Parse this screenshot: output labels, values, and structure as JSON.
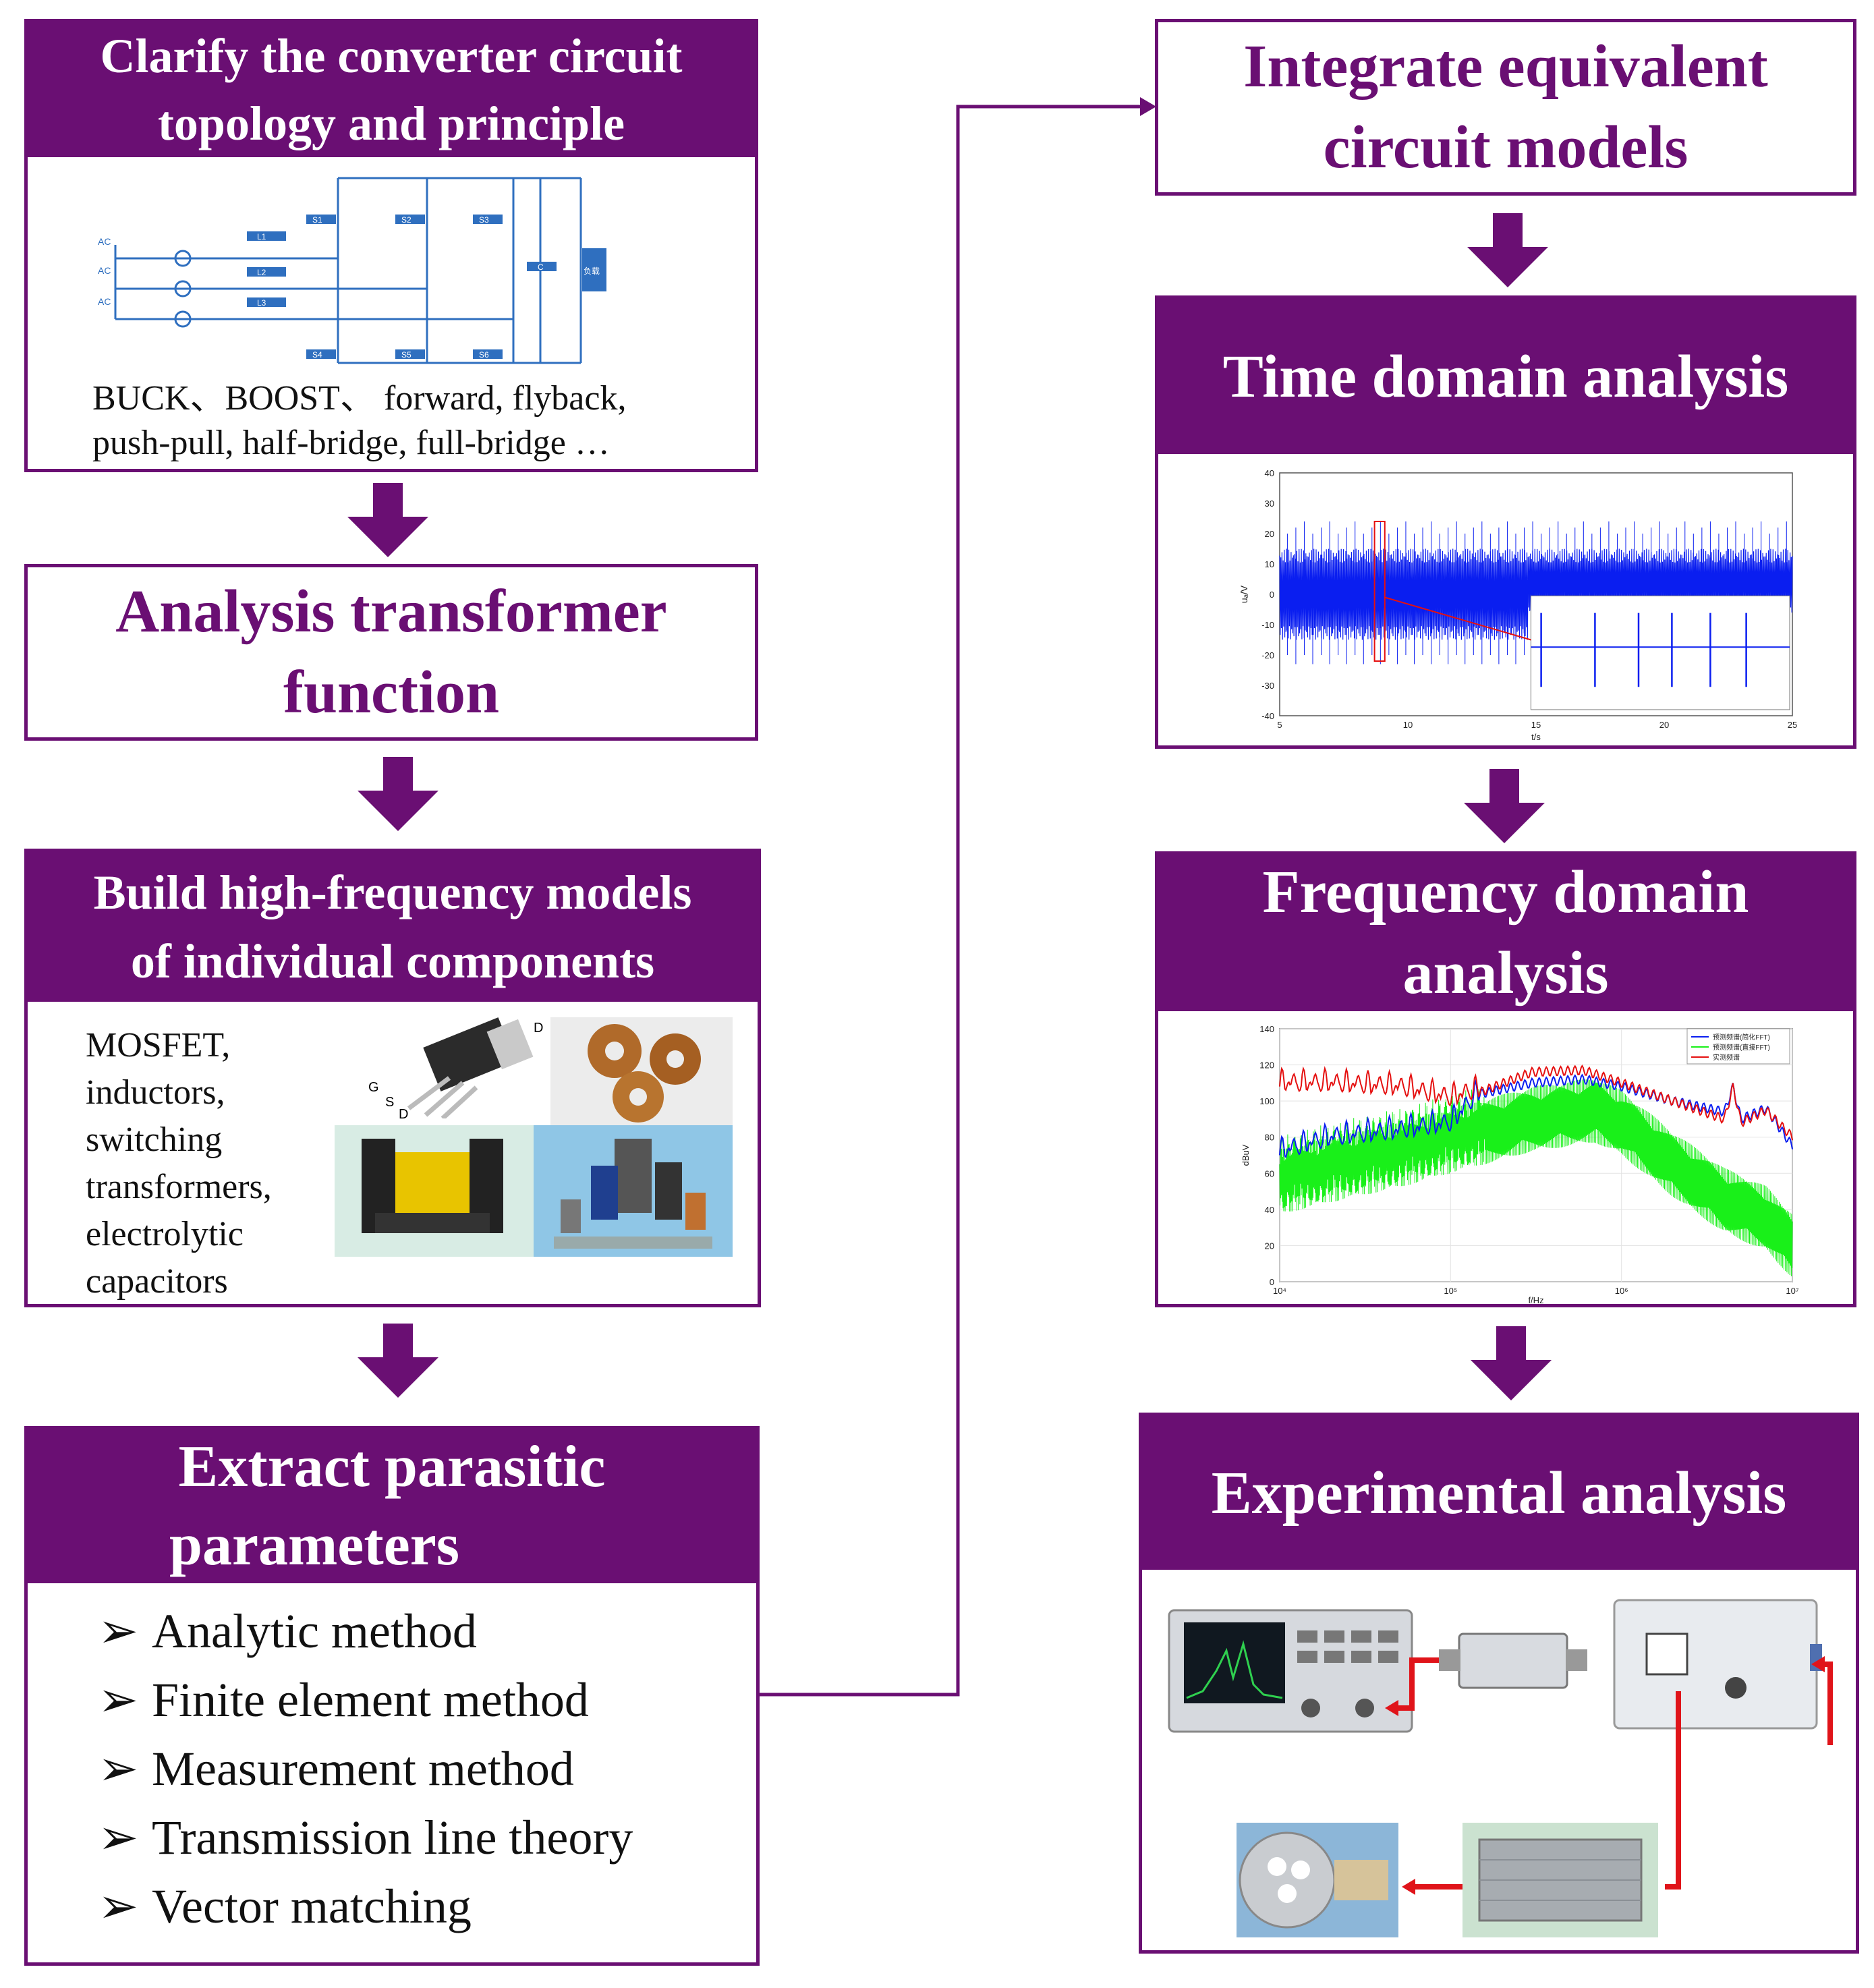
{
  "colors": {
    "accent": "#6a0f73",
    "signal_blue": "#0a1ef0",
    "signal_green": "#19f019",
    "signal_red": "#e51010",
    "connector_red": "#e0141a",
    "schematic_blue": "#2f6fbf"
  },
  "left": {
    "step1": {
      "title_l1": "Clarify the converter circuit",
      "title_l2": "topology and principle",
      "caption_l1": "BUCK、BOOST、 forward, flyback,",
      "caption_l2": "push-pull, half-bridge, full-bridge …",
      "schematic": {
        "ac": [
          "AC",
          "AC",
          "AC"
        ],
        "inductors": [
          "L1",
          "L2",
          "L3"
        ],
        "top_switches": [
          "S1",
          "S2",
          "S3"
        ],
        "bottom_switches": [
          "S4",
          "S5",
          "S6"
        ],
        "capacitor": "C",
        "load": "负载"
      }
    },
    "step2": {
      "title_l1": "Analysis transformer",
      "title_l2": "function"
    },
    "step3": {
      "title_l1": "Build high-frequency models",
      "title_l2": "of individual components",
      "components": [
        "MOSFET,",
        "inductors,",
        "switching",
        "transformers,",
        "electrolytic",
        "capacitors"
      ],
      "pin_labels": [
        "D",
        "G",
        "S",
        "D"
      ]
    },
    "step4": {
      "title_l1": "Extract parasitic",
      "title_l2": "parameters",
      "bullet_marker": "➢",
      "methods": [
        "Analytic method",
        "Finite element method",
        "Measurement method",
        "Transmission line theory",
        "Vector matching"
      ]
    }
  },
  "right": {
    "step5": {
      "title_l1": "Integrate equivalent",
      "title_l2": "circuit models"
    },
    "step6": {
      "title": "Time domain analysis"
    },
    "step7": {
      "title_l1": "Frequency domain",
      "title_l2": "analysis"
    },
    "step8": {
      "title": "Experimental analysis"
    }
  },
  "chart_data": [
    {
      "type": "line",
      "title": "",
      "xlabel": "t/s",
      "ylabel": "uₐ/V",
      "xlim": [
        5,
        25
      ],
      "ylim": [
        -40,
        40
      ],
      "xticks": [
        "5",
        "10",
        "15",
        "20",
        "25"
      ],
      "yticks": [
        "40",
        "30",
        "20",
        "10",
        "0",
        "-10",
        "-20",
        "-30",
        "-40"
      ],
      "series": [
        {
          "values_description_range": [
            -15,
            15
          ],
          "envelope": [
            [
              5,
              -15,
              15
            ],
            [
              14.7,
              -15,
              15
            ],
            [
              25,
              -6,
              15
            ]
          ]
        }
      ],
      "inset": {
        "spikes_x": [
          15.2,
          17.3,
          19.0,
          20.3,
          21.8,
          23.2
        ]
      }
    },
    {
      "type": "line",
      "title": "",
      "xlabel": "f/Hz",
      "ylabel": "dBuV",
      "xscale": "log",
      "xlim": [
        10000,
        10000000
      ],
      "ylim": [
        0,
        140
      ],
      "xticks": [
        "10⁴",
        "10⁵",
        "10⁶",
        "10⁷"
      ],
      "yticks": [
        "140",
        "120",
        "100",
        "80",
        "60",
        "40",
        "20",
        "0"
      ],
      "legend_position": "top-right",
      "legend": [
        "预测频谱(简化FFT)",
        "预测频谱(直接FFT)",
        "实测频谱"
      ],
      "series": [
        {
          "name": "预测频谱(简化FFT)",
          "color": "blue",
          "x": [
            10000,
            20000,
            50000,
            100000,
            150000,
            300000,
            600000,
            1000000,
            2000000,
            4000000,
            4500000,
            5000000,
            7000000,
            10000000
          ],
          "values": [
            70,
            78,
            82,
            86,
            104,
            110,
            112,
            108,
            100,
            94,
            108,
            90,
            96,
            75
          ]
        },
        {
          "name": "预测频谱(直接FFT)",
          "color": "green",
          "x": [
            10000,
            20000,
            50000,
            100000,
            300000,
            700000,
            1000000,
            2000000,
            4000000,
            7000000,
            10000000
          ],
          "values": [
            55,
            62,
            70,
            78,
            90,
            95,
            88,
            65,
            45,
            35,
            20
          ]
        },
        {
          "name": "实测频谱",
          "color": "red",
          "x": [
            10000,
            20000,
            50000,
            100000,
            150000,
            300000,
            600000,
            1000000,
            2000000,
            4000000,
            4500000,
            5000000,
            7000000,
            10000000
          ],
          "values": [
            108,
            108,
            106,
            100,
            105,
            116,
            117,
            110,
            100,
            90,
            108,
            88,
            95,
            80
          ]
        }
      ]
    }
  ]
}
